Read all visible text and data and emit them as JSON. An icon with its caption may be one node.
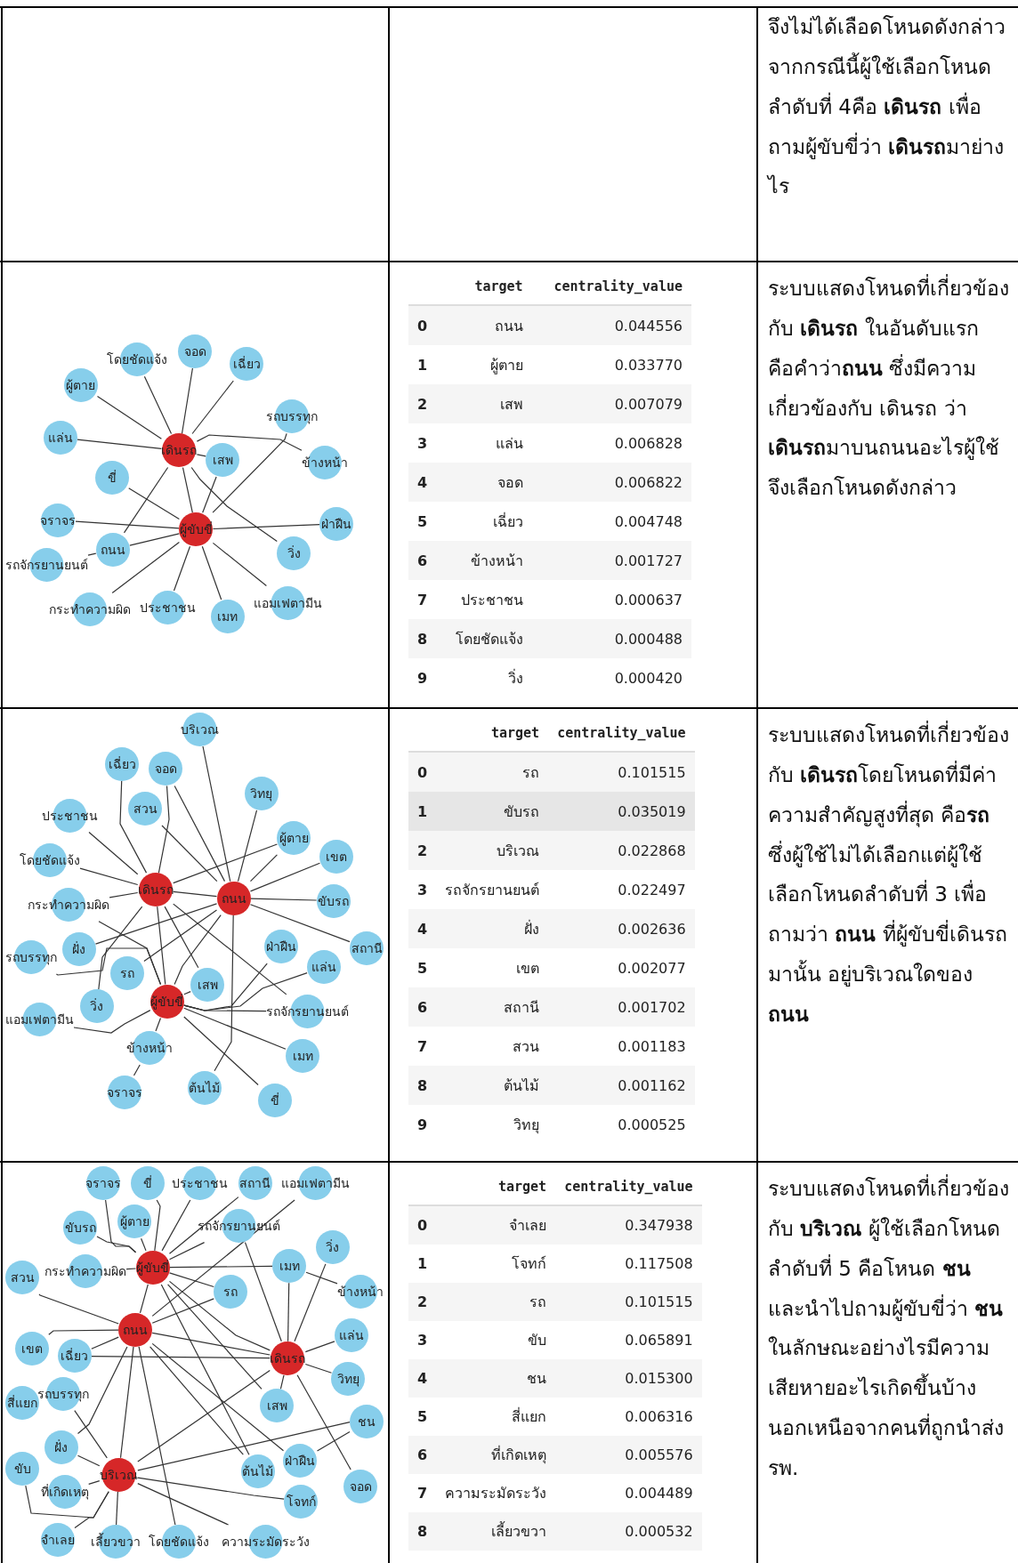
{
  "diagram": {
    "nodes": [
      {
        "text": [
          "จอด"
        ]
      },
      {
        "text": [
          "โดยชัดแจ้ง"
        ]
      },
      {
        "text": [
          "เฉี่ยว"
        ]
      },
      {
        "text": [
          "ผู้ตาย"
        ]
      },
      {
        "text": [
          "รถบรรทุก"
        ]
      },
      {
        "text": [
          "แล่น"
        ]
      },
      {
        "text": [
          "เดินรถ"
        ]
      },
      {
        "text": [
          "ข้างหน้า"
        ]
      },
      {
        "text": [
          "เสพ"
        ]
      },
      {
        "text": [
          "ขี่"
        ]
      },
      {
        "text": [
          "จราจร"
        ]
      },
      {
        "text": [
          "ฝ่าฝืน"
        ]
      },
      {
        "text": [
          "ผู้ขับขี่"
        ]
      },
      {
        "text": [
          "ถนน"
        ]
      },
      {
        "text": [
          "วิ่ง"
        ]
      },
      {
        "text": [
          "รถจักรยานยนต์"
        ]
      },
      {
        "text": [
          "ประชาชน"
        ]
      },
      {
        "text": [
          "กระทำความผิด"
        ]
      },
      {
        "text": [
          "แอมเฟตามีน"
        ]
      },
      {
        "text": [
          "เมท"
        ]
      },
      {
        "text": [
          "บริเวณ"
        ]
      },
      {
        "text": [
          "เฉี่ยว"
        ]
      },
      {
        "text": [
          "วิทยุ"
        ]
      },
      {
        "text": [
          "จอด"
        ]
      },
      {
        "text": [
          "ประชาชน"
        ]
      },
      {
        "text": [
          "ผู้ตาย"
        ]
      },
      {
        "text": [
          "เขต"
        ]
      },
      {
        "text": [
          "สวน"
        ]
      },
      {
        "text": [
          "โดยชัดแจ้ง"
        ]
      },
      {
        "text": [
          "กระทำความผิด"
        ]
      },
      {
        "text": [
          "ขับรถ"
        ]
      },
      {
        "text": [
          "เดินรถ"
        ]
      },
      {
        "text": [
          "ถนน"
        ]
      },
      {
        "text": [
          "ฝ่าฝืน"
        ]
      },
      {
        "text": [
          "แล่น"
        ]
      },
      {
        "text": [
          "สถานี"
        ]
      },
      {
        "text": [
          "ฝั่ง"
        ]
      },
      {
        "text": [
          "รถบรรทุก"
        ]
      },
      {
        "text": [
          "รถ"
        ]
      },
      {
        "text": [
          "เสพ"
        ]
      },
      {
        "text": [
          "ผู้ขับขี่"
        ]
      },
      {
        "text": [
          "วิ่ง"
        ]
      },
      {
        "text": [
          "แอมเฟตามีน"
        ]
      },
      {
        "text": [
          "รถจักรยานยนต์"
        ]
      },
      {
        "text": [
          "ข้างหน้า"
        ]
      },
      {
        "text": [
          "ต้นไม้"
        ]
      },
      {
        "text": [
          "เมท"
        ]
      },
      {
        "text": [
          "ขี่"
        ]
      },
      {
        "text": [
          "จราจร"
        ]
      },
      {
        "text": [
          "จราจร"
        ]
      },
      {
        "text": [
          "ขี่"
        ]
      },
      {
        "text": [
          "ประชาชน"
        ]
      },
      {
        "text": [
          "สถานี"
        ]
      },
      {
        "text": [
          "แอมเฟตามีน"
        ]
      },
      {
        "text": [
          "ขับรถ"
        ]
      },
      {
        "text": [
          "ผู้ตาย"
        ]
      },
      {
        "text": [
          "รถจักรยานยนต์"
        ]
      },
      {
        "text": [
          "วิ่ง"
        ]
      },
      {
        "text": [
          "สวน"
        ]
      },
      {
        "text": [
          "กระทำความผิด"
        ]
      },
      {
        "text": [
          "ข้างหน้า"
        ]
      },
      {
        "text": [
          "ผู้ขับขี่"
        ]
      },
      {
        "text": [
          "เมท"
        ]
      },
      {
        "text": [
          "แล่น"
        ]
      },
      {
        "text": [
          "เขต"
        ]
      },
      {
        "text": [
          "ถนน"
        ]
      },
      {
        "text": [
          "รถ"
        ]
      },
      {
        "text": [
          "เดินรถ"
        ]
      },
      {
        "text": [
          "วิทยุ"
        ]
      },
      {
        "text": [
          "เฉี่ยว"
        ]
      },
      {
        "text": [
          "สี่แยก"
        ]
      },
      {
        "text": [
          "รถบรรทุก"
        ]
      },
      {
        "text": [
          "เสพ"
        ]
      },
      {
        "text": [
          "ขับ"
        ]
      },
      {
        "text": [
          "ฝั่ง"
        ]
      },
      {
        "text": [
          "บริเวณ"
        ]
      },
      {
        "text": [
          "ต้นไม้"
        ]
      },
      {
        "text": [
          "ฝ่าฝืน"
        ]
      },
      {
        "text": [
          "ชน"
        ]
      },
      {
        "text": [
          "จอด"
        ]
      },
      {
        "text": [
          "ที่เกิดเหตุ"
        ]
      },
      {
        "text": [
          "โดยชัดแจ้ง"
        ]
      },
      {
        "text": [
          "โจทก์"
        ]
      },
      {
        "text": [
          "จำเลย"
        ]
      },
      {
        "text": [
          "เลี้ยวขวา"
        ]
      },
      {
        "text": [
          "ความระมัดระวัง"
        ]
      }
    ],
    "edges": [
      {
        "from": 6,
        "to": 1,
        "arrow": "none"
      },
      {
        "from": 6,
        "to": 0,
        "arrow": "none"
      },
      {
        "from": 6,
        "to": 2,
        "arrow": "none"
      },
      {
        "from": 6,
        "to": 3,
        "arrow": "none"
      },
      {
        "from": 6,
        "to": 5,
        "arrow": "none"
      },
      {
        "from": 6,
        "to": 8,
        "arrow": "none"
      },
      {
        "from": 6,
        "to": 7,
        "arrow": "none"
      },
      {
        "from": 6,
        "to": 14,
        "arrow": "none"
      },
      {
        "from": 6,
        "to": 13,
        "arrow": "none"
      },
      {
        "from": 6,
        "to": 12,
        "arrow": "none"
      },
      {
        "from": 12,
        "to": 9,
        "arrow": "none"
      },
      {
        "from": 12,
        "to": 10,
        "arrow": "none"
      },
      {
        "from": 12,
        "to": 13,
        "arrow": "none"
      },
      {
        "from": 12,
        "to": 11,
        "arrow": "none"
      },
      {
        "from": 12,
        "to": 8,
        "arrow": "none"
      },
      {
        "from": 12,
        "to": 4,
        "arrow": "none"
      },
      {
        "from": 12,
        "to": 16,
        "arrow": "none"
      },
      {
        "from": 12,
        "to": 17,
        "arrow": "none"
      },
      {
        "from": 12,
        "to": 19,
        "arrow": "none"
      },
      {
        "from": 12,
        "to": 18,
        "arrow": "none"
      },
      {
        "from": 13,
        "to": 15,
        "arrow": "none"
      },
      {
        "from": 31,
        "to": 24,
        "arrow": "none"
      },
      {
        "from": 31,
        "to": 28,
        "arrow": "none"
      },
      {
        "from": 31,
        "to": 29,
        "arrow": "none"
      },
      {
        "from": 31,
        "to": 23,
        "arrow": "none"
      },
      {
        "from": 31,
        "to": 25,
        "arrow": "none"
      },
      {
        "from": 31,
        "to": 32,
        "arrow": "none"
      },
      {
        "from": 31,
        "to": 40,
        "arrow": "none"
      },
      {
        "from": 31,
        "to": 39,
        "arrow": "none"
      },
      {
        "from": 31,
        "to": 41,
        "arrow": "none"
      },
      {
        "from": 31,
        "to": 43,
        "arrow": "none"
      },
      {
        "from": 31,
        "to": 21,
        "arrow": "none"
      },
      {
        "from": 32,
        "to": 23,
        "arrow": "none"
      },
      {
        "from": 32,
        "to": 25,
        "arrow": "none"
      },
      {
        "from": 32,
        "to": 26,
        "arrow": "none"
      },
      {
        "from": 32,
        "to": 30,
        "arrow": "none"
      },
      {
        "from": 32,
        "to": 35,
        "arrow": "none"
      },
      {
        "from": 32,
        "to": 27,
        "arrow": "none"
      },
      {
        "from": 32,
        "to": 36,
        "arrow": "none"
      },
      {
        "from": 32,
        "to": 38,
        "arrow": "none"
      },
      {
        "from": 32,
        "to": 45,
        "arrow": "none"
      },
      {
        "from": 32,
        "to": 40,
        "arrow": "none"
      },
      {
        "from": 32,
        "to": 22,
        "arrow": "none"
      },
      {
        "from": 32,
        "to": 20,
        "arrow": "none"
      },
      {
        "from": 40,
        "to": 29,
        "arrow": "none"
      },
      {
        "from": 40,
        "to": 37,
        "arrow": "none"
      },
      {
        "from": 40,
        "to": 42,
        "arrow": "none"
      },
      {
        "from": 40,
        "to": 44,
        "arrow": "none"
      },
      {
        "from": 40,
        "to": 43,
        "arrow": "none"
      },
      {
        "from": 40,
        "to": 46,
        "arrow": "none"
      },
      {
        "from": 40,
        "to": 47,
        "arrow": "none"
      },
      {
        "from": 40,
        "to": 33,
        "arrow": "none"
      },
      {
        "from": 40,
        "to": 34,
        "arrow": "none"
      },
      {
        "from": 40,
        "to": 39,
        "arrow": "none"
      },
      {
        "from": 44,
        "to": 48,
        "arrow": "none"
      },
      {
        "from": 75,
        "to": 73,
        "arrow": "none"
      },
      {
        "from": 75,
        "to": 80,
        "arrow": "none"
      },
      {
        "from": 75,
        "to": 83,
        "arrow": "none"
      },
      {
        "from": 75,
        "to": 84,
        "arrow": "none"
      },
      {
        "from": 75,
        "to": 85,
        "arrow": "none"
      },
      {
        "from": 75,
        "to": 82,
        "arrow": "none"
      },
      {
        "from": 75,
        "to": 78,
        "arrow": "none"
      },
      {
        "from": 75,
        "to": 71,
        "arrow": "none"
      },
      {
        "from": 75,
        "to": 65,
        "arrow": "none"
      },
      {
        "from": 75,
        "to": 67,
        "arrow": "none"
      },
      {
        "from": 75,
        "to": 74,
        "arrow": "none"
      },
      {
        "from": 61,
        "to": 49,
        "arrow": "none"
      },
      {
        "from": 61,
        "to": 50,
        "arrow": "none"
      },
      {
        "from": 61,
        "to": 51,
        "arrow": "none"
      },
      {
        "from": 61,
        "to": 52,
        "arrow": "none"
      },
      {
        "from": 61,
        "to": 55,
        "arrow": "none"
      },
      {
        "from": 61,
        "to": 56,
        "arrow": "none"
      },
      {
        "from": 61,
        "to": 54,
        "arrow": "none"
      },
      {
        "from": 61,
        "to": 59,
        "arrow": "none"
      },
      {
        "from": 61,
        "to": 62,
        "arrow": "none"
      },
      {
        "from": 61,
        "to": 66,
        "arrow": "none"
      },
      {
        "from": 61,
        "to": 72,
        "arrow": "none"
      },
      {
        "from": 61,
        "to": 76,
        "arrow": "none"
      },
      {
        "from": 65,
        "to": 58,
        "arrow": "none"
      },
      {
        "from": 65,
        "to": 64,
        "arrow": "none"
      },
      {
        "from": 65,
        "to": 69,
        "arrow": "none"
      },
      {
        "from": 65,
        "to": 74,
        "arrow": "none"
      },
      {
        "from": 65,
        "to": 76,
        "arrow": "none"
      },
      {
        "from": 65,
        "to": 77,
        "arrow": "none"
      },
      {
        "from": 65,
        "to": 81,
        "arrow": "none"
      },
      {
        "from": 65,
        "to": 66,
        "arrow": "none"
      },
      {
        "from": 65,
        "to": 53,
        "arrow": "none"
      },
      {
        "from": 67,
        "to": 57,
        "arrow": "none"
      },
      {
        "from": 67,
        "to": 62,
        "arrow": "none"
      },
      {
        "from": 67,
        "to": 63,
        "arrow": "none"
      },
      {
        "from": 67,
        "to": 68,
        "arrow": "none"
      },
      {
        "from": 67,
        "to": 79,
        "arrow": "none"
      },
      {
        "from": 67,
        "to": 69,
        "arrow": "none"
      },
      {
        "from": 67,
        "to": 72,
        "arrow": "none"
      },
      {
        "from": 67,
        "to": 56,
        "arrow": "none"
      },
      {
        "from": 62,
        "to": 60,
        "arrow": "none"
      },
      {
        "from": 77,
        "to": 78,
        "arrow": "none"
      },
      {
        "from": 61,
        "to": 65,
        "arrow": "none"
      },
      {
        "from": 61,
        "to": 67,
        "arrow": "none"
      },
      {
        "from": 65,
        "to": 67,
        "arrow": "none"
      }
    ],
    "labels": [
      "จึงไม่ได้เลือดโหนดดังกล่าว จากกรณีนี้ผู้ใช้เลือกโหนดลำดับที่ 4คือ **เดินรถ** เพื่อถามผู้ขับขี่ว่า **เดินรถ**มาย่างไร",
      "target",
      "centrality_value",
      "0",
      "ถนน",
      "0.044556",
      "1",
      "ผู้ตาย",
      "0.033770",
      "2",
      "เสพ",
      "0.007079",
      "3",
      "แล่น",
      "0.006828",
      "4",
      "จอด",
      "0.006822",
      "5",
      "เฉี่ยว",
      "0.004748",
      "6",
      "ข้างหน้า",
      "0.001727",
      "7",
      "ประชาชน",
      "0.000637",
      "8",
      "โดยชัดแจ้ง",
      "0.000488",
      "9",
      "วิ่ง",
      "0.000420",
      "ระบบแสดงโหนดที่เกี่ยวข้องกับ **เดินรถ** ในอันดับแรก คือคำว่า**ถนน** ซึ่งมีความเกี่ยวข้องกับ เดินรถ ว่า**เดินรถ**มาบนถนนอะไรผู้ใช้จึงเลือกโหนดดังกล่าว",
      "target",
      "centrality_value",
      "0",
      "รถ",
      "0.101515",
      "1",
      "ขับรถ",
      "0.035019",
      "2",
      "บริเวณ",
      "0.022868",
      "3",
      "รถจักรยานยนต์",
      "0.022497",
      "4",
      "ฝั่ง",
      "0.002636",
      "5",
      "เขต",
      "0.002077",
      "6",
      "สถานี",
      "0.001702",
      "7",
      "สวน",
      "0.001183",
      "8",
      "ต้นไม้",
      "0.001162",
      "9",
      "วิทยุ",
      "0.000525",
      "ระบบแสดงโหนดที่เกี่ยวข้องกับ **เดินรถ**โดยโหนดที่มีค่าความสำคัญสูงที่สุด คือ**รถ** ซึ่งผู้ใช้ไม่ได้เลือกแต่ผู้ใช้เลือกโหนดลำดับที่ 3 เพื่อถามว่า **ถนน** ที่ผู้ขับขี่เดินรถมานั้น อยู่บริเวณใดของ**ถนน**",
      "target",
      "centrality_value",
      "0",
      "จำเลย",
      "0.347938",
      "1",
      "โจทก์",
      "0.117508",
      "2",
      "รถ",
      "0.101515",
      "3",
      "ขับ",
      "0.065891",
      "4",
      "ชน",
      "0.015300",
      "5",
      "สี่แยก",
      "0.006316",
      "6",
      "ที่เกิดเหตุ",
      "0.005576",
      "7",
      "ความระมัดระวัง",
      "0.004489",
      "8",
      "เลี้ยวขวา",
      "0.000532",
      "ระบบแสดงโหนดที่เกี่ยวข้อง กับ **บริเวณ** ผู้ใช้เลือกโหนดลำดับที่ 5 คือโหนด **ชน** และนำไปถามผู้ขับขี่ว่า **ชน**ในลักษณะอย่างไรมีความเสียหายอะไรเกิดขึ้นบ้างนอกเหนือจากคนที่ถูกนำส่ง รพ."
    ]
  }
}
